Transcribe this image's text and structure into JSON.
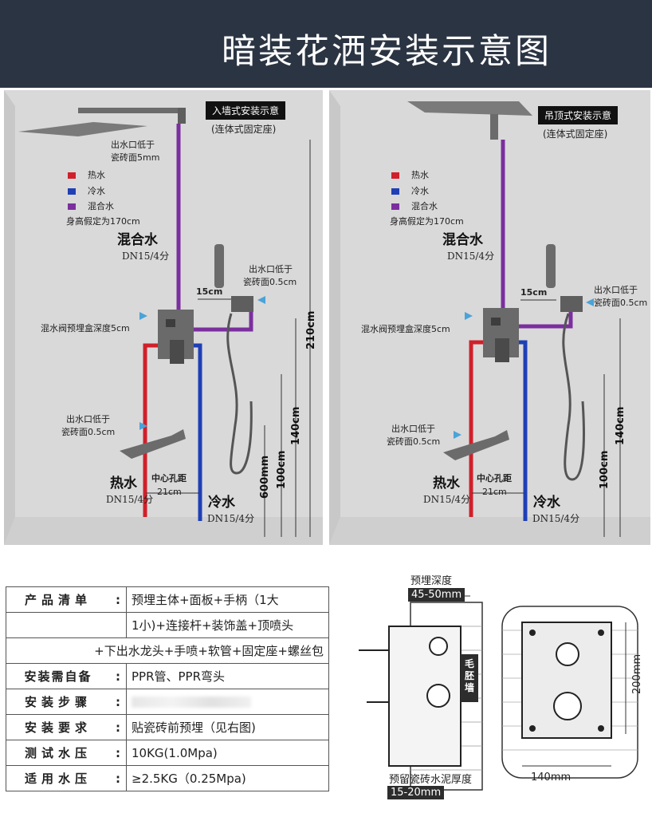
{
  "page_title": "暗装花洒安装示意图",
  "colors": {
    "hot": "#d0202a",
    "cold": "#1f3fb5",
    "mixed": "#7b2f9e",
    "header_bg": "#2b3442"
  },
  "legend": {
    "hot": "热水",
    "cold": "冷水",
    "mixed": "混合水",
    "height_assumed": "身高假定为170cm"
  },
  "left": {
    "tag": "入墙式安装示意",
    "tag_sub": "(连体式固定座)",
    "outlet_top_1": "出水口低于",
    "outlet_top_2": "瓷砖面5mm",
    "mixed_label": "混合水",
    "mixed_spec": "DN15/4分",
    "hand_outlet_1": "出水口低于",
    "hand_outlet_2": "瓷砖面0.5cm",
    "dim_15": "15cm",
    "valve_depth": "混水阀预埋盒深度5cm",
    "spout_outlet_1": "出水口低于",
    "spout_outlet_2": "瓷砖面0.5cm",
    "hot_label": "热水",
    "hot_spec": "DN15/4分",
    "cold_label": "冷水",
    "cold_spec": "DN15/4分",
    "center_label": "中心孔距",
    "center_val": "21cm",
    "dim_210": "210cm",
    "dim_140": "140cm",
    "dim_100": "100cm",
    "dim_600": "600mm"
  },
  "right": {
    "tag": "吊顶式安装示意",
    "tag_sub": "(连体式固定座)",
    "mixed_label": "混合水",
    "mixed_spec": "DN15/4分",
    "hand_outlet_1": "出水口低于",
    "hand_outlet_2": "瓷砖面0.5cm",
    "dim_15": "15cm",
    "valve_depth": "混水阀预埋盒深度5cm",
    "spout_outlet_1": "出水口低于",
    "spout_outlet_2": "瓷砖面0.5cm",
    "hot_label": "热水",
    "hot_spec": "DN15/4分",
    "cold_label": "冷水",
    "cold_spec": "DN15/4分",
    "center_label": "中心孔距",
    "center_val": "21cm",
    "dim_140": "140cm",
    "dim_100": "100cm"
  },
  "spec_table": {
    "rows": [
      {
        "key": "产品清单",
        "value": "预埋主体+面板+手柄（1大"
      },
      {
        "key": "",
        "value": "1小)+连接杆+装饰盖+顶喷头"
      },
      {
        "key": "",
        "value": "+下出水龙头+手喷+软管+固定座+螺丝包"
      },
      {
        "key": "安装需自备",
        "value": "PPR管、PPR弯头"
      },
      {
        "key": "安装步骤",
        "value": ""
      },
      {
        "key": "安装要求",
        "value": "贴瓷砖前预埋（见右图)"
      },
      {
        "key": "测试水压",
        "value": "10KG(1.0Mpa)"
      },
      {
        "key": "适用水压",
        "value": "≥2.5KG（0.25Mpa)"
      }
    ],
    "colon": ":"
  },
  "box": {
    "depth_label": "预埋深度",
    "depth_val": "45-50mm",
    "wall_label": "毛胚墙",
    "cement_label": "预留瓷砖水泥厚度",
    "cement_val": "15-20mm",
    "width_val": "140mm",
    "height_val": "200mm"
  }
}
